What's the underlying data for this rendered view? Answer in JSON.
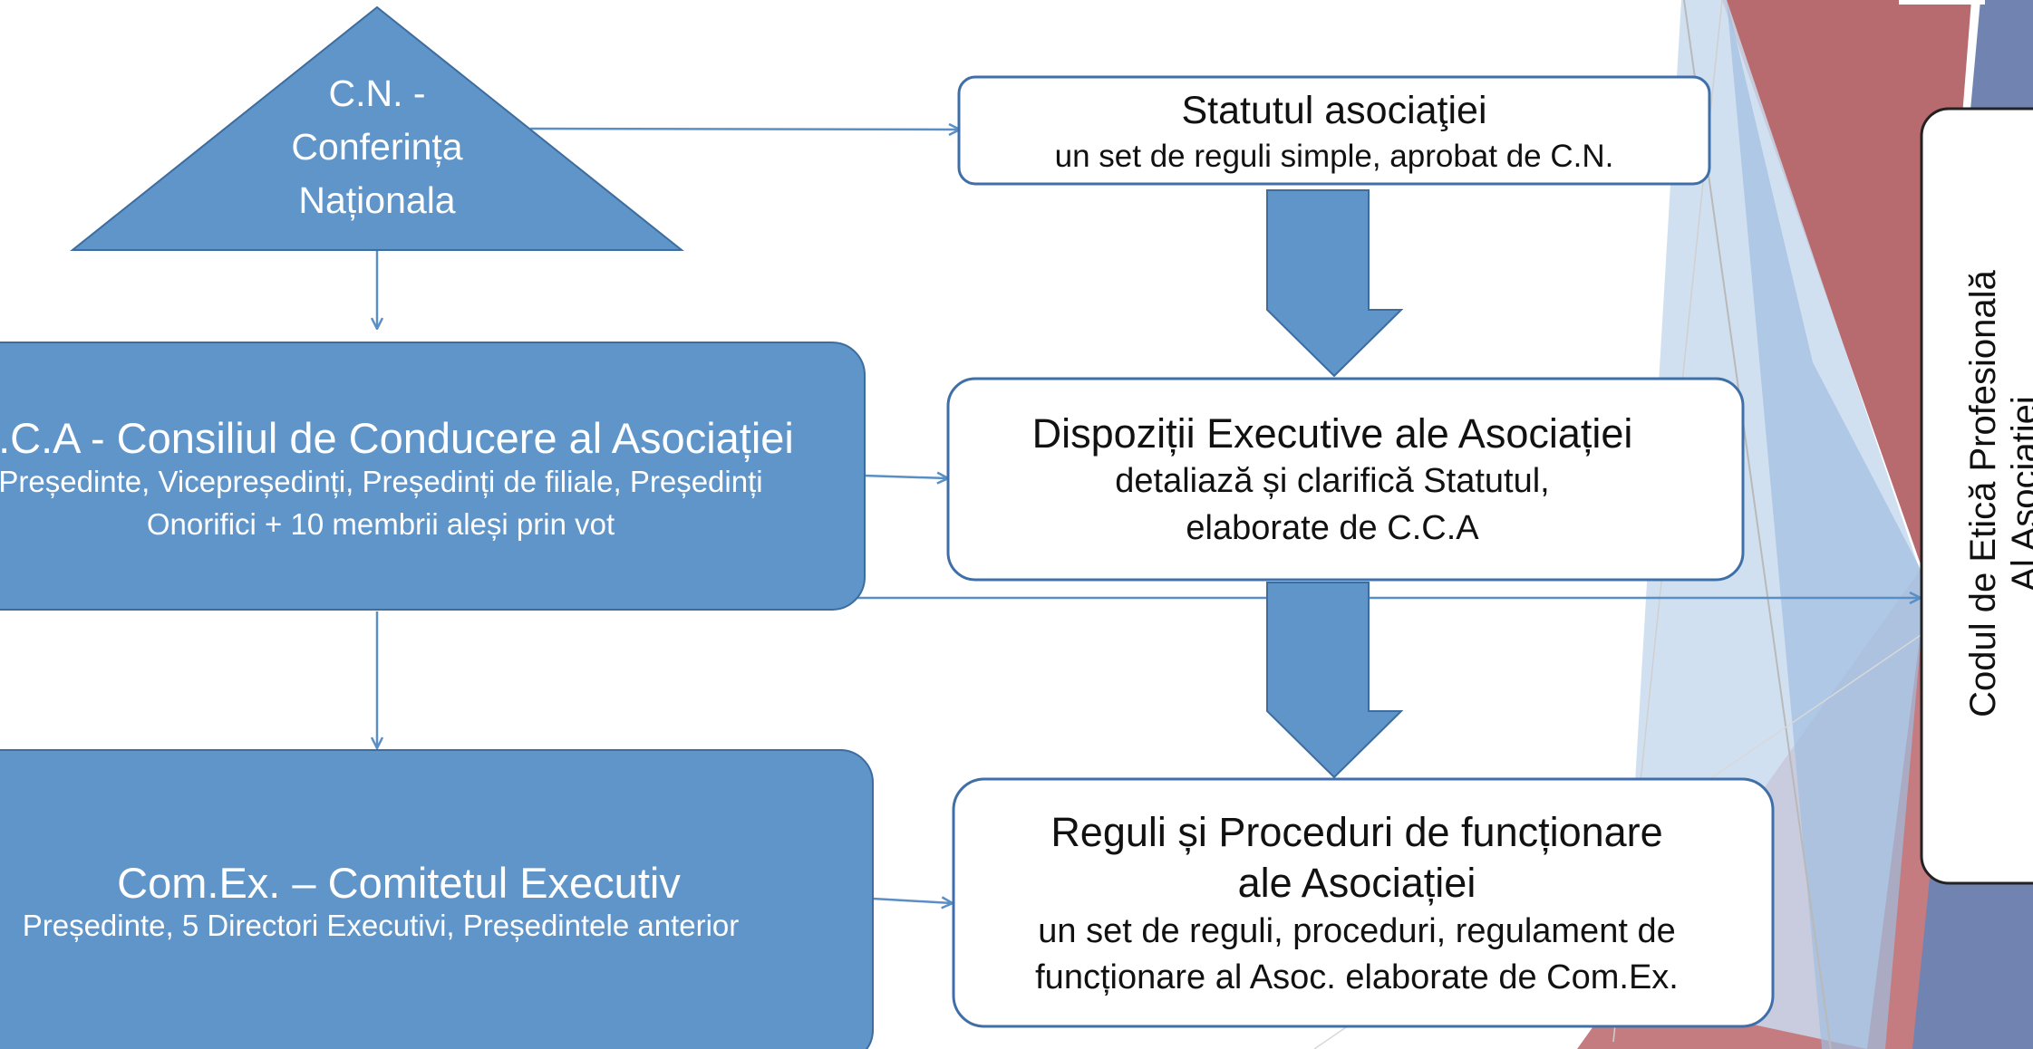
{
  "colors": {
    "box_fill": "#5f95c8",
    "box_stroke": "#3d6c9e",
    "arrow": "#5a8fc6",
    "outline_box_stroke": "#3f6fa8",
    "deco_red": "#b86b6f",
    "deco_light_blue": "#c9dbef",
    "deco_slate": "#7183b0"
  },
  "nodes": {
    "cn": {
      "line1": "C.N. -",
      "line2": "Conferința",
      "line3": "Naționala"
    },
    "cca": {
      "title": "C.C.A  - Consiliul de Conducere al Asociației",
      "sub1": "Președinte, Vicepreședinți, Președinți de filiale, Președinți",
      "sub2": "Onorifici + 10 membrii aleși prin vot"
    },
    "comex": {
      "title": "Com.Ex. – Comitetul Executiv",
      "sub1": "Președinte, 5 Directori Executivi, Președintele anterior"
    },
    "statut": {
      "title": "Statutul asociaţiei",
      "sub1": "un set de reguli simple, aprobat de C.N."
    },
    "dispozitii": {
      "title": "Dispoziții Executive ale Asociației",
      "sub1": "detaliază și clarifică Statutul,",
      "sub2": "elaborate de C.C.A"
    },
    "reguli": {
      "title1": "Reguli și Proceduri de funcționare",
      "title2": "ale Asociației",
      "sub1": "un set de reguli, proceduri, regulament de",
      "sub2": "funcționare al Asoc. elaborate de Com.Ex."
    },
    "cod": {
      "line1": "Codul de Etică Profesională",
      "line2": "Al Asociației"
    }
  }
}
